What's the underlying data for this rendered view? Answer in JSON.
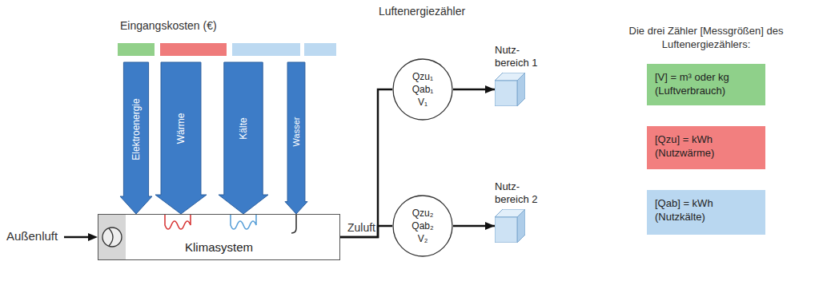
{
  "diagram": {
    "nodes": [
      {
        "text": [
          "Elektroenergie"
        ]
      },
      {
        "text": [
          "Wärme"
        ]
      },
      {
        "text": [
          "Kälte"
        ]
      },
      {
        "text": [
          "Wasser"
        ]
      },
      {
        "text": [
          "Klimasystem"
        ]
      },
      {
        "text": [
          "Qzu₁",
          "Qab₁",
          "V₁"
        ]
      },
      {
        "text": [
          "Nutz- bereich 1"
        ]
      },
      {
        "text": [
          "Qzu₂",
          "Qab₂",
          "V₂"
        ]
      },
      {
        "text": [
          "Nutz- bereich 2"
        ]
      }
    ],
    "edges": [
      {
        "from": 4,
        "to": 5,
        "arrow": "none",
        "label": "Zuluft"
      },
      {
        "from": 4,
        "to": 7,
        "arrow": "none"
      },
      {
        "from": 5,
        "to": 6,
        "arrow": "to"
      },
      {
        "from": 7,
        "to": 8,
        "arrow": "to"
      }
    ],
    "labels": [
      "Eingangskosten (€)",
      "Außenluft",
      "Luftenergiezähler",
      "Die drei Zähler [Messgrößen] des Luftenergiezählers:"
    ],
    "legend": [
      {
        "text": "[V] = m³ oder kg (Luftverbrauch)",
        "color": "#8fd08a"
      },
      {
        "text": "[Qzu] = kWh (Nutzwärme)",
        "color": "#f27f7f"
      },
      {
        "text": "[Qab] = kWh (Nutzkälte)",
        "color": "#b9d7f0"
      }
    ]
  }
}
